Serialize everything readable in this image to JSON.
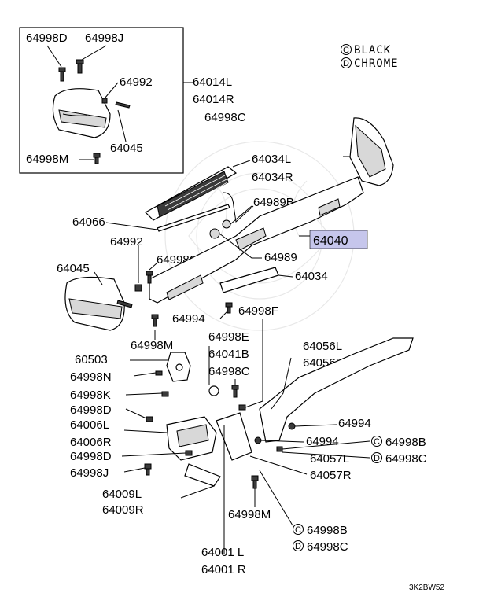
{
  "legend": {
    "black_code": "C",
    "black_label": "BLACK",
    "chrome_code": "D",
    "chrome_label": "CHROME"
  },
  "inset_labels": {
    "bolt_a": "64998D",
    "bolt_b": "64998J",
    "clip": "64992",
    "pad": "64045",
    "screw": "64998M"
  },
  "labels": {
    "p64014L": "64014L",
    "p64014R": "64014R",
    "p64998C_top": "64998C",
    "p64034L": "64034L",
    "p64034R": "64034R",
    "p64989B": "64989B",
    "p64066": "64066",
    "p64040": "64040",
    "p64992": "64992",
    "p64998G": "64998G",
    "p64989": "64989",
    "p64045": "64045",
    "p64034": "64034",
    "p64994_a": "64994",
    "p64998F": "64998F",
    "p64998M_a": "64998M",
    "p64998E": "64998E",
    "p60503": "60503",
    "p64041B": "64041B",
    "p64056L": "64056L",
    "p64056R": "64056R",
    "p64998N": "64998N",
    "p64998C_mid": "64998C",
    "p64998K": "64998K",
    "p64998D": "64998D",
    "p64994_b": "64994",
    "p64006L": "64006L",
    "p64006R": "64006R",
    "p64994_c": "64994",
    "p64998B_a": "64998B",
    "p64998D_b": "64998D",
    "p64057L": "64057L",
    "p64998C_b": "64998C",
    "p64998J": "64998J",
    "p64057R": "64057R",
    "p64009L": "64009L",
    "p64009R": "64009R",
    "p64998M_b": "64998M",
    "p64998B_b": "64998B",
    "p64998C_c": "64998C",
    "p64001L": "64001 L",
    "p64001R": "64001 R"
  },
  "circle_codes": {
    "c1": "C",
    "d1": "D",
    "c2": "C",
    "d2": "D"
  },
  "diagram_code": "3K2BW52",
  "highlight_color": "#c6c6ec"
}
